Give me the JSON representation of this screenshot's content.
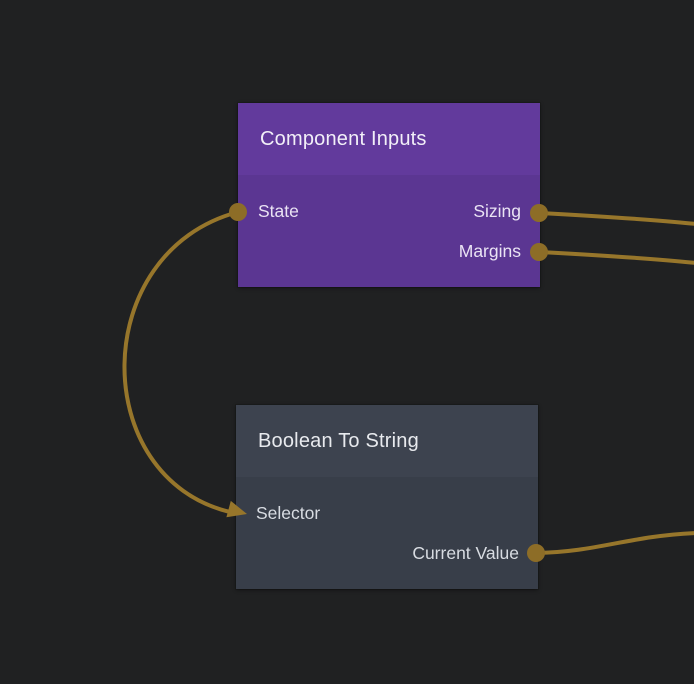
{
  "app": {
    "view": "node-graph-canvas"
  },
  "colors": {
    "background": "#202122",
    "wire": "#97762b",
    "port": "#8d6d27",
    "component_header": "#623a9c",
    "component_body": "#5b3692",
    "function_header": "#3d434f",
    "function_body": "#383e49",
    "title_text": "#f2eff8"
  },
  "nodes": [
    {
      "title": "Component Inputs",
      "inputs": [
        {
          "label": "State",
          "connected": true
        }
      ],
      "outputs": [
        {
          "label": "Sizing",
          "connected": true
        },
        {
          "label": "Margins",
          "connected": true
        }
      ]
    },
    {
      "title": "Boolean To String",
      "inputs": [
        {
          "label": "Selector",
          "connected": true
        }
      ],
      "outputs": [
        {
          "label": "Current Value",
          "connected": true
        }
      ]
    }
  ],
  "connections": [
    {
      "from": "Component Inputs / State",
      "to": "Boolean To String / Selector",
      "style": "arrow-into-input"
    },
    {
      "from": "Component Inputs / Sizing",
      "to": "offscreen-right"
    },
    {
      "from": "Component Inputs / Margins",
      "to": "offscreen-right"
    },
    {
      "from": "Boolean To String / Current Value",
      "to": "offscreen-right"
    }
  ]
}
